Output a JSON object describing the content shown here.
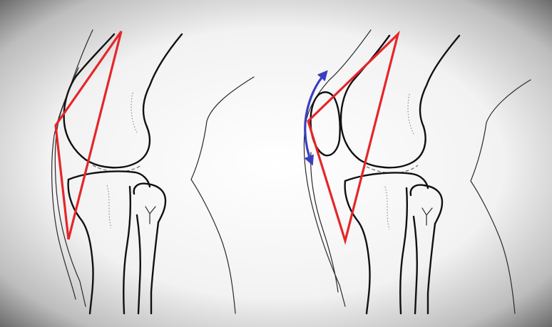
{
  "figure": {
    "panels": [
      {
        "id": "left",
        "subject": "knee-lateral-view",
        "overlay": "red-triangle",
        "patella_outline": "absent"
      },
      {
        "id": "right",
        "subject": "knee-lateral-view",
        "overlay": "red-triangle",
        "patella_outline": "present",
        "motion_indicator": "double-headed-curved-arrow"
      }
    ],
    "colors": {
      "background_center": "#ffffff",
      "background_vignette": "#4a4a4a",
      "line_art": "#111111",
      "triangle": "#e5262a",
      "arrow": "#3a3fbf"
    },
    "icons": {
      "motion_arrow": "curved-double-arrow-icon"
    }
  }
}
